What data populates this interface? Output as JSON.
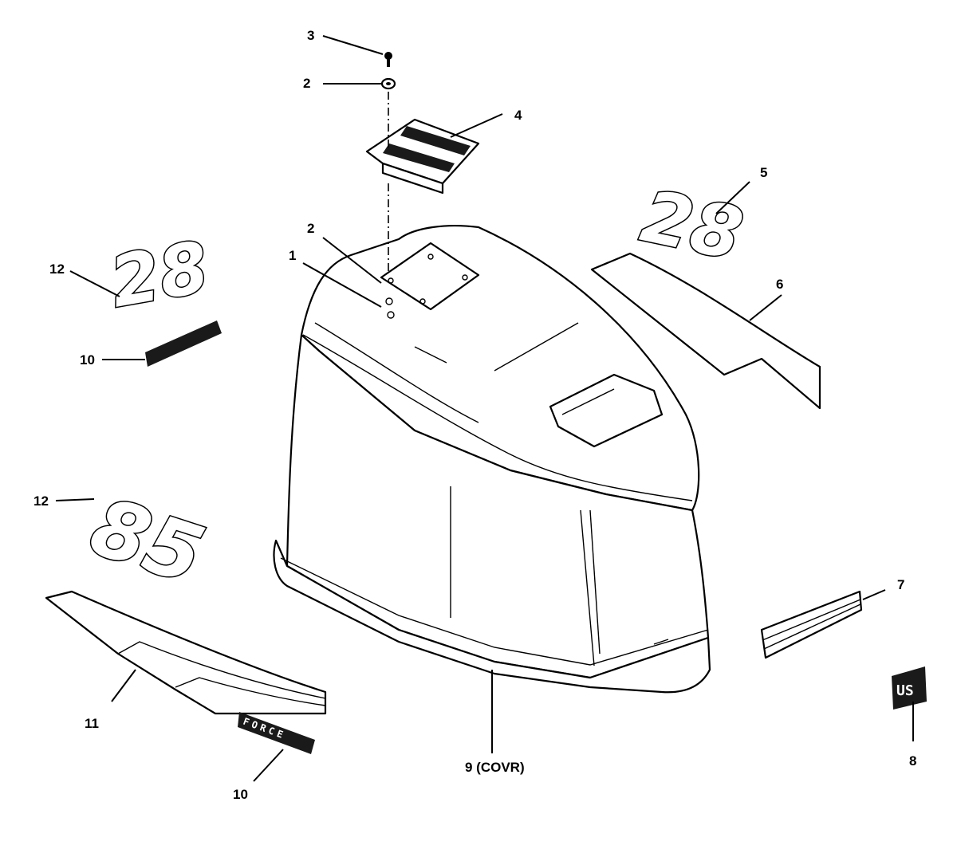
{
  "callouts": {
    "c1": "1",
    "c2a": "2",
    "c2b": "2",
    "c3": "3",
    "c4": "4",
    "c5": "5",
    "c6": "6",
    "c7": "7",
    "c8": "8",
    "c9": "9 (COVR)",
    "c10a": "10",
    "c10b": "10",
    "c11": "11",
    "c12a": "12",
    "c12b": "12"
  },
  "decals": {
    "hp_top_left": "28",
    "hp_right": "28",
    "hp_lower_left": "85",
    "force_lower": "FORCE",
    "us_badge": "US"
  },
  "colors": {
    "line": "#000000",
    "background": "#ffffff",
    "decal_fill": "#1a1a1a"
  }
}
